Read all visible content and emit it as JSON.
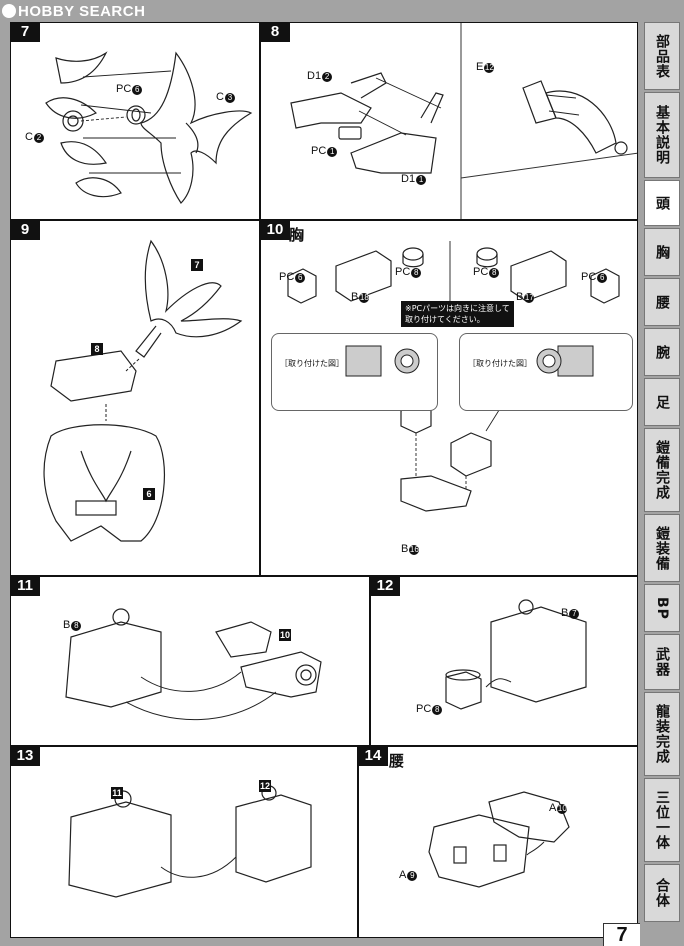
{
  "header": {
    "logo_text": "HOBBY SEARCH"
  },
  "page_number": "7",
  "sidebar_tabs": [
    {
      "label": "部品表",
      "active": false
    },
    {
      "label": "基本説明",
      "active": false
    },
    {
      "label": "頭",
      "active": true
    },
    {
      "label": "胸",
      "active": false
    },
    {
      "label": "腰",
      "active": false
    },
    {
      "label": "腕",
      "active": false
    },
    {
      "label": "足",
      "active": false
    },
    {
      "label": "鎧備完成",
      "active": false
    },
    {
      "label": "鎧装備",
      "active": false
    },
    {
      "label": "BP",
      "active": false
    },
    {
      "label": "武器",
      "active": false
    },
    {
      "label": "龍装完成",
      "active": false
    },
    {
      "label": "三位一体",
      "active": false
    },
    {
      "label": "合体",
      "active": false
    }
  ],
  "steps": {
    "s7": {
      "num": "7",
      "labels": {
        "pc": "PC",
        "pc_n": "6",
        "c3": "C",
        "c3_n": "3",
        "c2": "C",
        "c2_n": "2"
      }
    },
    "s8": {
      "num": "8",
      "labels": {
        "d1a": "D1",
        "d1a_n": "2",
        "pc": "PC",
        "pc_n": "1",
        "d1b": "D1",
        "d1b_n": "1",
        "e": "E",
        "e_n": "12"
      }
    },
    "s9": {
      "num": "9",
      "labels": {
        "ref7": "7",
        "ref8": "8",
        "ref6": "6"
      }
    },
    "s10": {
      "num": "10",
      "kanji": "胸",
      "labels": {
        "pc6a": "PC",
        "pc6a_n": "6",
        "pc8a": "PC",
        "pc8a_n": "8",
        "b18": "B",
        "b18_n": "18",
        "pc8b": "PC",
        "pc8b_n": "8",
        "pc6b": "PC",
        "pc6b_n": "6",
        "b17": "B",
        "b17_n": "17",
        "b16": "B",
        "b16_n": "16"
      },
      "note_line1": "※PCパーツは向きに注意して",
      "note_line2": "取り付けてください。",
      "box_left": "［取り付けた図］",
      "box_right": "［取り付けた図］"
    },
    "s11": {
      "num": "11",
      "labels": {
        "b8": "B",
        "b8_n": "8",
        "ref10": "10"
      }
    },
    "s12": {
      "num": "12",
      "labels": {
        "b7": "B",
        "b7_n": "7",
        "pc": "PC",
        "pc_n": "8"
      }
    },
    "s13": {
      "num": "13",
      "labels": {
        "ref11": "11",
        "ref12": "12"
      }
    },
    "s14": {
      "num": "14",
      "kanji": "腰",
      "labels": {
        "a10": "A",
        "a10_n": "10",
        "a9": "A",
        "a9_n": "9"
      }
    }
  }
}
